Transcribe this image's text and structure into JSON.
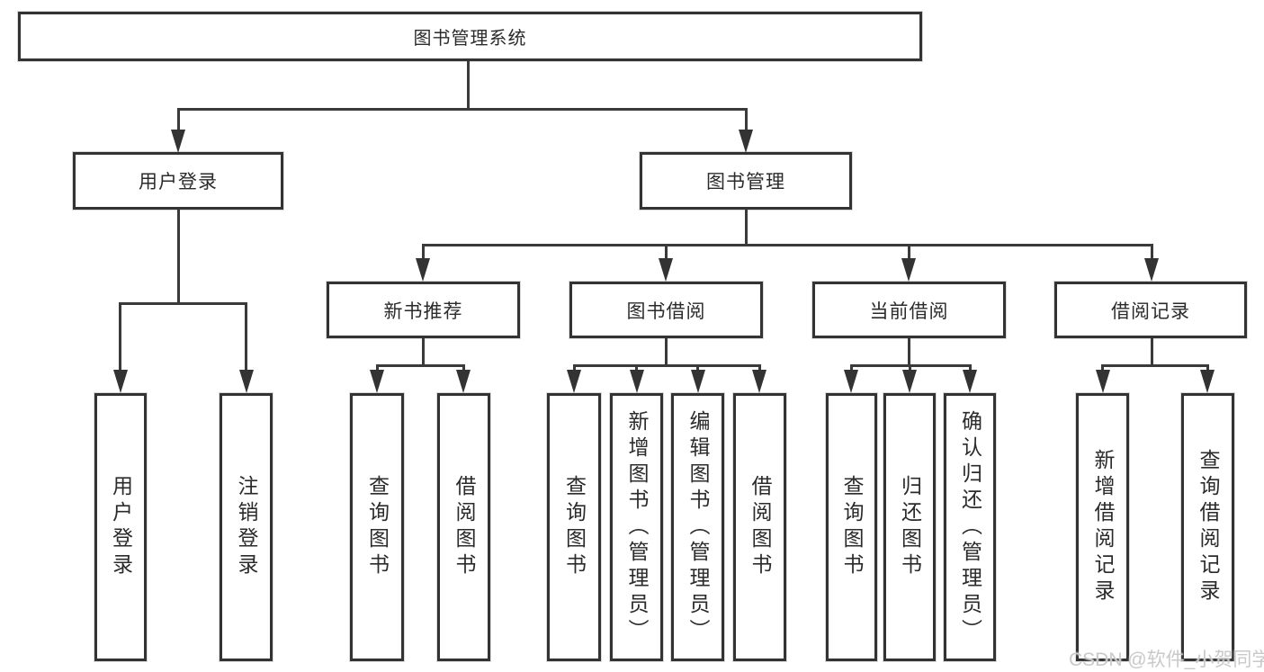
{
  "colors": {
    "box_border": "#333333",
    "connector_line": "#3a3a3a",
    "label_text": "#2b2b2b",
    "watermark_text": "#c9c9c9",
    "background": "#ffffff"
  },
  "watermark": {
    "text": "CSDN @软件_小贺同学"
  },
  "tree": {
    "root": "图书管理系统",
    "branches": [
      {
        "label": "用户登录",
        "children": [
          "用户登录",
          "注销登录"
        ]
      },
      {
        "label": "图书管理",
        "children": [
          {
            "label": "新书推荐",
            "children": [
              "查询图书",
              "借阅图书"
            ]
          },
          {
            "label": "图书借阅",
            "children": [
              "查询图书",
              "新增图书（管理员）",
              "编辑图书（管理员）",
              "借阅图书"
            ]
          },
          {
            "label": "当前借阅",
            "children": [
              "查询图书",
              "归还图书",
              "确认归还（管理员）"
            ]
          },
          {
            "label": "借阅记录",
            "children": [
              "新增借阅记录",
              "查询借阅记录"
            ]
          }
        ]
      }
    ]
  }
}
